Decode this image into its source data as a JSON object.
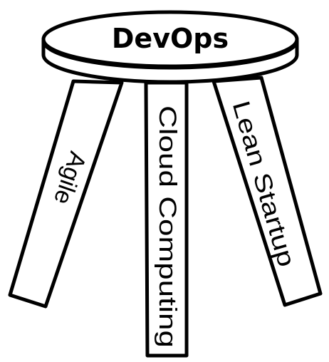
{
  "seat": {
    "label": "DevOps"
  },
  "legs": {
    "left": "Agile",
    "center": "Cloud Computing",
    "right": "Lean Startup"
  },
  "colors": {
    "stroke": "#000000",
    "fill": "#ffffff"
  }
}
